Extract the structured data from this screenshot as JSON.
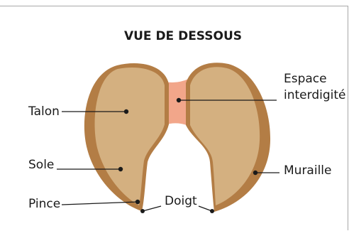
{
  "title": "VUE DE DESSOUS",
  "labels": {
    "talon": "Talon",
    "sole": "Sole",
    "pince": "Pince",
    "espace_line1": "Espace",
    "espace_line2": "interdigité",
    "muraille": "Muraille",
    "doigt": "Doigt"
  },
  "colors": {
    "wall": "#b37d45",
    "sole": "#d4b080",
    "interdigital": "#f2a68a",
    "text": "#1a1a1a",
    "frame": "#a8a8a8"
  }
}
